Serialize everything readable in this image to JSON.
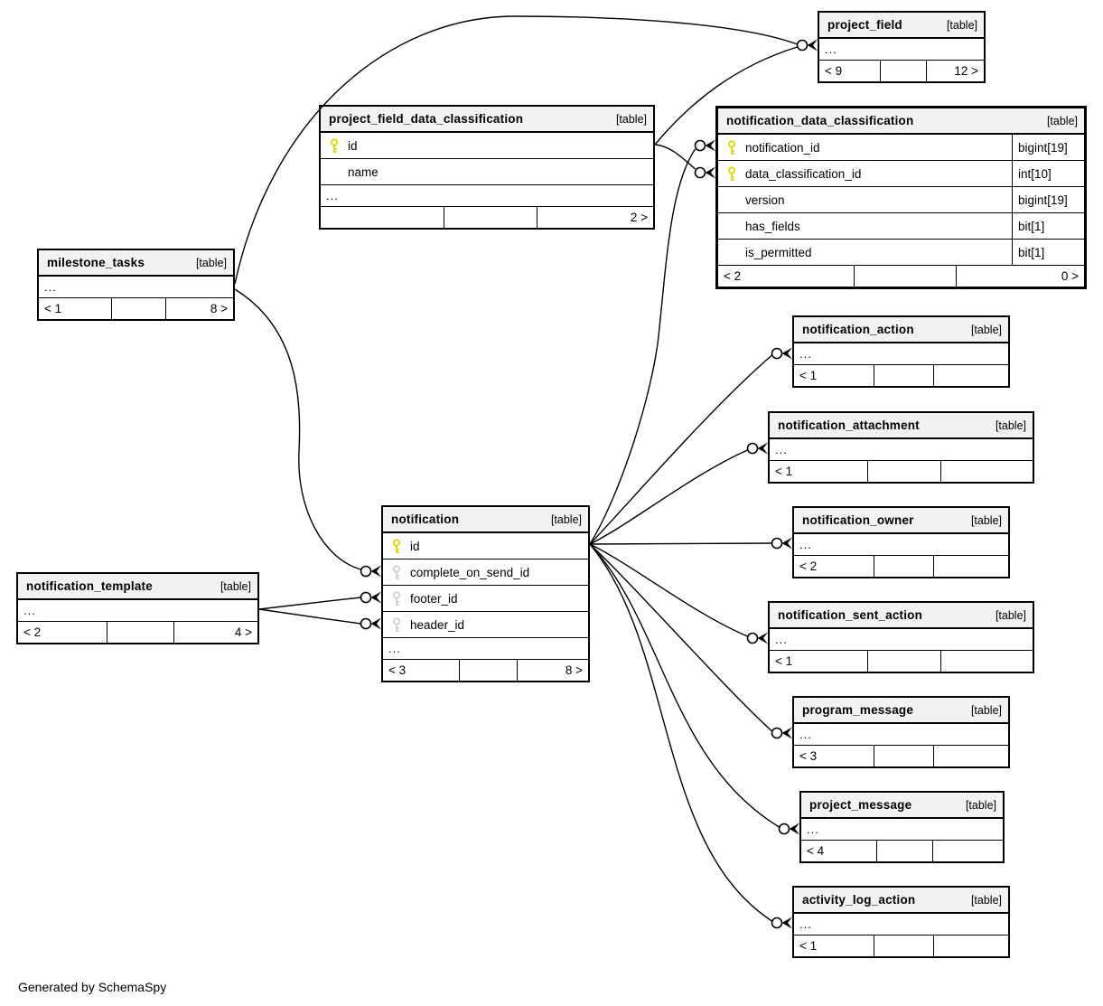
{
  "note": "Generated by SchemaSpy",
  "colors": {
    "pk_key": "#d9d900",
    "fk_key": "#cfcfcf",
    "header_bg": "#f2f2f2",
    "border": "#000000",
    "edge": "#000000"
  },
  "tables": {
    "project_field": {
      "name": "project_field",
      "tag": "[table]",
      "ellipsis": "...",
      "footer": {
        "left": "< 9",
        "mid": "",
        "right": "12 >"
      }
    },
    "project_field_data_classification": {
      "name": "project_field_data_classification",
      "tag": "[table]",
      "ellipsis": "...",
      "columns": [
        {
          "key": "pk",
          "name": "id"
        },
        {
          "key": "",
          "name": "name"
        }
      ],
      "footer": {
        "left": "",
        "mid": "",
        "right": "2 >"
      }
    },
    "notification_data_classification": {
      "name": "notification_data_classification",
      "tag": "[table]",
      "columns": [
        {
          "key": "pk",
          "name": "notification_id",
          "type": "bigint[19]"
        },
        {
          "key": "pk",
          "name": "data_classification_id",
          "type": "int[10]"
        },
        {
          "key": "",
          "name": "version",
          "type": "bigint[19]"
        },
        {
          "key": "",
          "name": "has_fields",
          "type": "bit[1]"
        },
        {
          "key": "",
          "name": "is_permitted",
          "type": "bit[1]"
        }
      ],
      "footer": {
        "left": "< 2",
        "mid": "",
        "right": "0 >"
      }
    },
    "milestone_tasks": {
      "name": "milestone_tasks",
      "tag": "[table]",
      "ellipsis": "...",
      "footer": {
        "left": "< 1",
        "mid": "",
        "right": "8 >"
      }
    },
    "notification": {
      "name": "notification",
      "tag": "[table]",
      "ellipsis": "...",
      "columns": [
        {
          "key": "pk",
          "name": "id"
        },
        {
          "key": "fk",
          "name": "complete_on_send_id"
        },
        {
          "key": "fk",
          "name": "footer_id"
        },
        {
          "key": "fk",
          "name": "header_id"
        }
      ],
      "footer": {
        "left": "< 3",
        "mid": "",
        "right": "8 >"
      }
    },
    "notification_template": {
      "name": "notification_template",
      "tag": "[table]",
      "ellipsis": "...",
      "footer": {
        "left": "< 2",
        "mid": "",
        "right": "4 >"
      }
    },
    "notification_action": {
      "name": "notification_action",
      "tag": "[table]",
      "ellipsis": "...",
      "footer": {
        "left": "< 1",
        "mid": "",
        "right": ""
      }
    },
    "notification_attachment": {
      "name": "notification_attachment",
      "tag": "[table]",
      "ellipsis": "...",
      "footer": {
        "left": "< 1",
        "mid": "",
        "right": ""
      }
    },
    "notification_owner": {
      "name": "notification_owner",
      "tag": "[table]",
      "ellipsis": "...",
      "footer": {
        "left": "< 2",
        "mid": "",
        "right": ""
      }
    },
    "notification_sent_action": {
      "name": "notification_sent_action",
      "tag": "[table]",
      "ellipsis": "...",
      "footer": {
        "left": "< 1",
        "mid": "",
        "right": ""
      }
    },
    "program_message": {
      "name": "program_message",
      "tag": "[table]",
      "ellipsis": "...",
      "footer": {
        "left": "< 3",
        "mid": "",
        "right": ""
      }
    },
    "project_message": {
      "name": "project_message",
      "tag": "[table]",
      "ellipsis": "...",
      "footer": {
        "left": "< 4",
        "mid": "",
        "right": ""
      }
    },
    "activity_log_action": {
      "name": "activity_log_action",
      "tag": "[table]",
      "ellipsis": "...",
      "footer": {
        "left": "< 1",
        "mid": "",
        "right": ""
      }
    }
  }
}
